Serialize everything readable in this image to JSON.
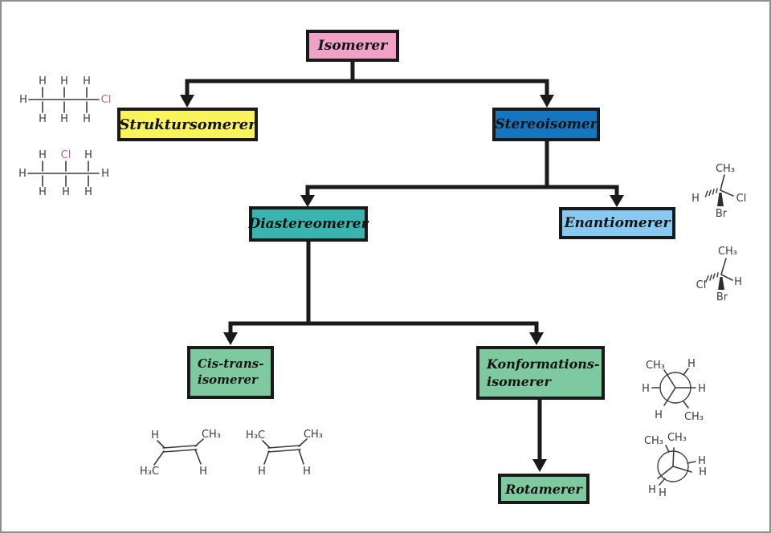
{
  "frame": {
    "background": "#ffffff",
    "border_color": "#8e8e8e"
  },
  "colors": {
    "connector": "#1a1a1a",
    "bond": "#3d3d3d",
    "atom_text": "#3d3d3d",
    "chlorine_pink": "#b4638e"
  },
  "nodes": {
    "isomerer": {
      "label": "Isomerer",
      "color": "#f0a1c6"
    },
    "struktursomerer": {
      "label": "Struktursomerer",
      "color": "#f9f45c"
    },
    "stereoisomer": {
      "label": "Stereoisomer",
      "color": "#1576bd"
    },
    "diastereomerer": {
      "label": "Diastereomerer",
      "color": "#3ab4ae"
    },
    "enantiomerer": {
      "label": "Enantiomerer",
      "color": "#88c9f1"
    },
    "cis_trans": {
      "line1": "Cis-trans-",
      "line2": "isomerer",
      "color": "#7fc9a0"
    },
    "konformations": {
      "line1": "Konformations-",
      "line2": "isomerer",
      "color": "#7fc9a0"
    },
    "rotamerer": {
      "label": "Rotamerer",
      "color": "#7fc9a0"
    }
  },
  "structures": {
    "chloropropane1": {
      "name": "1-chloropropane-skeletal",
      "h_left": "H",
      "top": [
        "H",
        "H",
        "H"
      ],
      "bottom": [
        "H",
        "H",
        "H"
      ],
      "cl": "Cl"
    },
    "chloropropane2": {
      "name": "2-chloropropane-skeletal",
      "h_left": "H",
      "h_right": "H",
      "top_left": "H",
      "cl": "Cl",
      "top_right": "H",
      "bottom": [
        "H",
        "H",
        "H"
      ]
    },
    "enantiomerA": {
      "name": "wedge-model-enantiomer-left",
      "ch3": "CH₃",
      "h": "H",
      "cl": "Cl",
      "br": "Br"
    },
    "enantiomerB": {
      "name": "wedge-model-enantiomer-right",
      "ch3": "CH₃",
      "cl": "Cl",
      "h": "H",
      "br": "Br"
    },
    "transButene": {
      "name": "trans-2-butene",
      "top_left": "H",
      "top_right": "CH₃",
      "bottom_left": "H₃C",
      "bottom_right": "H"
    },
    "cisButene": {
      "name": "cis-2-butene",
      "top_left": "H₃C",
      "top_right": "CH₃",
      "bottom_left": "H",
      "bottom_right": "H"
    },
    "newmanStaggered": {
      "name": "newman-projection-staggered",
      "top_left": "CH₃",
      "top_right": "H",
      "left": "H",
      "right": "H",
      "bottom_left": "H",
      "bottom_right": "CH₃"
    },
    "newmanEclipsed": {
      "name": "newman-projection-eclipsed",
      "top_left": "CH₃",
      "top": "CH₃",
      "right_upper": "H",
      "right_lower": "H",
      "bottom_left": "H",
      "bottom": "H"
    }
  }
}
